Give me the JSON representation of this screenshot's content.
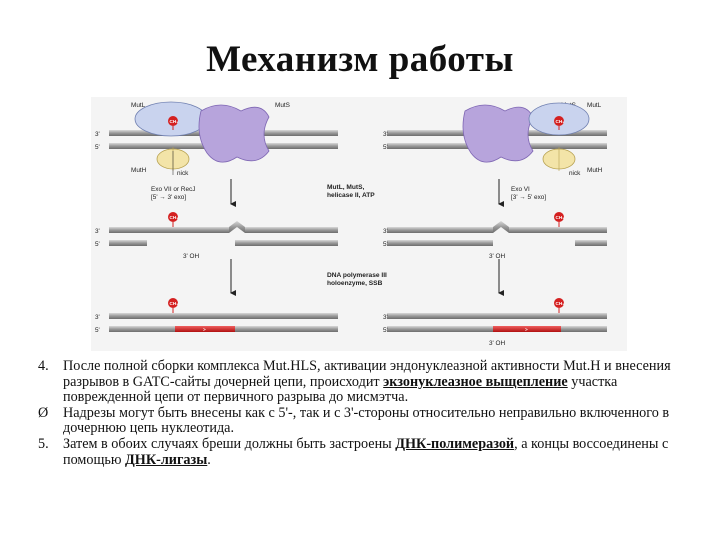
{
  "title": "Механизм работы",
  "diagram": {
    "labels": {
      "mutl": "MutL",
      "muts": "MutS",
      "muth": "MutH",
      "ch3": "CH₃",
      "nick": "nick",
      "strand3": "3'",
      "strand5": "5'",
      "oh3": "3' OH",
      "exo_left_1": "Exo VII or RecJ",
      "exo_left_2": "[5' → 3' exo]",
      "exo_right_1": "Exo VI",
      "exo_right_2": "[3' → 5' exo]",
      "center_step1_1": "MutL, MutS,",
      "center_step1_2": "helicase II, ATP",
      "center_step2_1": "DNA polymerase III",
      "center_step2_2": "holoenzyme, SSB"
    },
    "colors": {
      "strand": "#8a8a8a",
      "mutl": "#c9d3ee",
      "muts": "#b7a4dc",
      "muth": "#f3e4a8",
      "methyl": "#d42020",
      "new_dna": "#d42020"
    }
  },
  "text": {
    "item4_marker": "4.",
    "item4_before": "После полной сборки комплекса Mut.HLS, активации эндонуклеазной активности Mut.H и внесения разрывов в GATC-сайты дочерней цепи, происходит ",
    "item4_term": "экзонуклеазное выщепление",
    "item4_after": " участка поврежденной цепи от первичного разрыва до мисмэтча.",
    "bullet_marker": "Ø",
    "bullet_text": "Надрезы могут быть внесены как с 5'-, так и с 3'-стороны относительно неправильно включенного в дочернюю цепь нуклеотида.",
    "item5_marker": "5.",
    "item5_before": "Затем в обоих случаях бреши должны быть застроены ",
    "item5_term1": "ДНК-полимеразой",
    "item5_middle": ", а концы воссоединены с помощью ",
    "item5_term2": "ДНК-лигазы",
    "item5_end": "."
  }
}
